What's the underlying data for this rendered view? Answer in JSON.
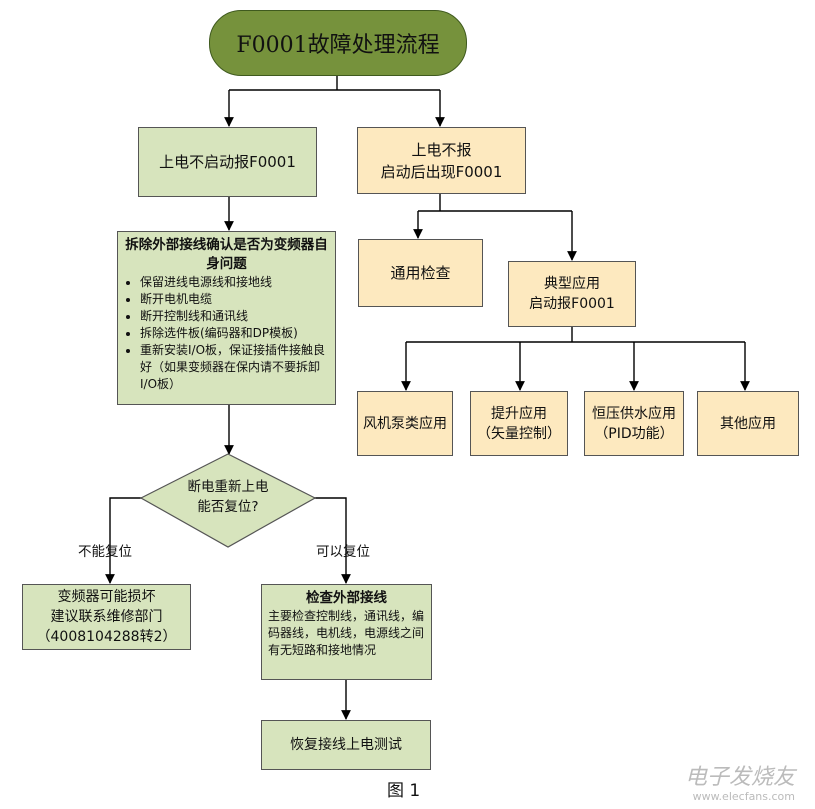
{
  "start": {
    "label": "F0001故障处理流程"
  },
  "branch_left": {
    "label": "上电不启动报F0001"
  },
  "branch_right": {
    "line1": "上电不报",
    "line2": "启动后出现F0001"
  },
  "check_remove": {
    "title": "拆除外部接线确认是否为变频器自身问题",
    "items": [
      "保留进线电源线和接地线",
      "断开电机电缆",
      "断开控制线和通讯线",
      "拆除选件板(编码器和DP模板)",
      "重新安装I/O板，保证接插件接触良好（如果变频器在保内请不要拆卸I/O板）"
    ]
  },
  "general_check": {
    "label": "通用检查"
  },
  "typical_app": {
    "line1": "典型应用",
    "line2": "启动报F0001"
  },
  "apps": [
    {
      "line1": "风机泵类应用",
      "line2": ""
    },
    {
      "line1": "提升应用",
      "line2": "（矢量控制）"
    },
    {
      "line1": "恒压供水应用",
      "line2": "（PID功能）"
    },
    {
      "line1": "其他应用",
      "line2": ""
    }
  ],
  "decision": {
    "line1": "断电重新上电",
    "line2": "能否复位?"
  },
  "edge_labels": {
    "no": "不能复位",
    "yes": "可以复位"
  },
  "damaged": {
    "line1": "变频器可能损坏",
    "line2": "建议联系维修部门",
    "line3": "（4008104288转2）"
  },
  "check_external": {
    "title": "检查外部接线",
    "body": "主要检查控制线，通讯线，编码器线，电机线，电源线之间有无短路和接地情况"
  },
  "restore": {
    "label": "恢复接线上电测试"
  },
  "caption": "图 1",
  "watermark": {
    "main": "电子发烧友",
    "sub": "www.elecfans.com"
  }
}
